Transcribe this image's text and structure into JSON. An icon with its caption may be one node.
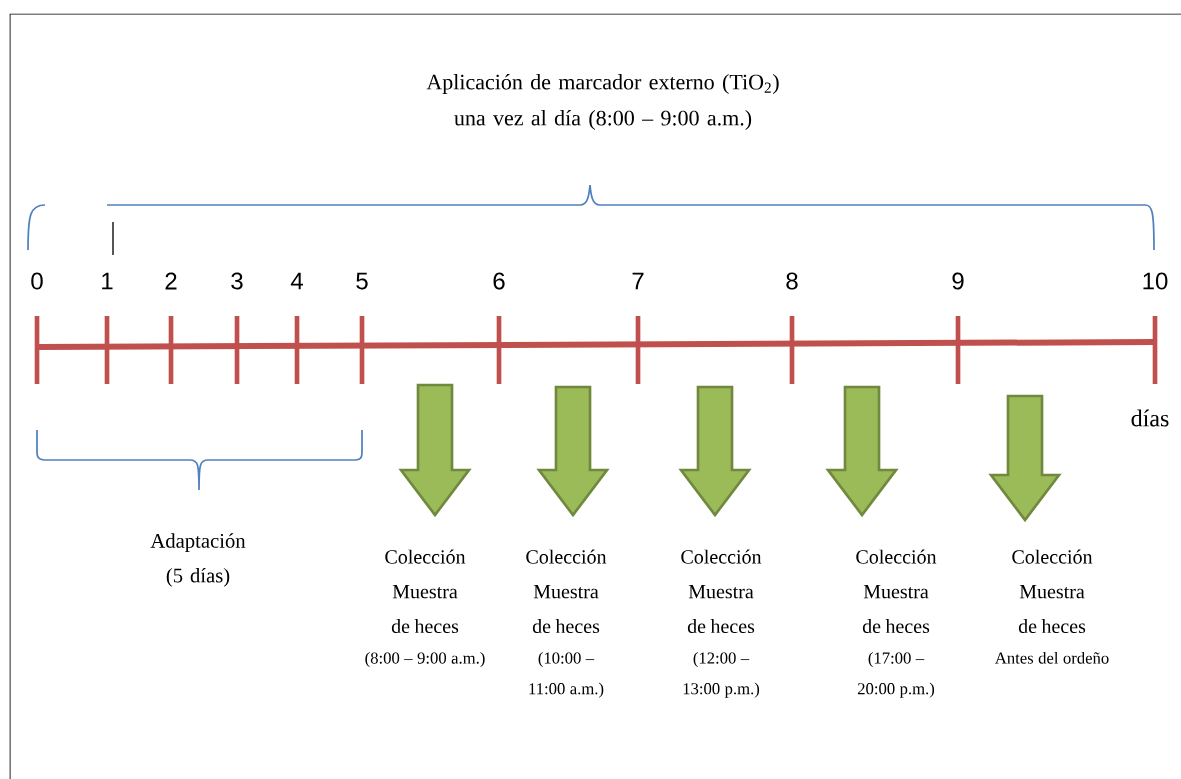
{
  "diagram": {
    "nodes": [
      {
        "text": [
          "Colección Muestra de heces",
          "(8:00 – 9:00 a.m.)"
        ]
      },
      {
        "text": [
          "Colección Muestra de heces",
          "(10:00 – 11:00 a.m.)"
        ]
      },
      {
        "text": [
          "Colección Muestra de heces",
          "(12:00 – 13:00 p.m.)"
        ]
      },
      {
        "text": [
          "Colección Muestra de heces",
          "(17:00 – 20:00 p.m.)"
        ]
      },
      {
        "text": [
          "Colección Muestra de heces",
          "Antes del ordeño"
        ]
      }
    ],
    "edges": [
      {
        "from": null,
        "to": 0,
        "arrow": "to"
      },
      {
        "from": null,
        "to": 1,
        "arrow": "to"
      },
      {
        "from": null,
        "to": 2,
        "arrow": "to"
      },
      {
        "from": null,
        "to": 3,
        "arrow": "to"
      },
      {
        "from": null,
        "to": 4,
        "arrow": "to"
      }
    ],
    "labels": [
      "Aplicación de marcador externo (TiO$_{2}$)  una vez al día (8:00 – 9:00 a.m.)",
      "0",
      "1",
      "2",
      "3",
      "4",
      "5",
      "6",
      "7",
      "8",
      "9",
      "10",
      "días",
      "Adaptación (5 días)"
    ]
  }
}
